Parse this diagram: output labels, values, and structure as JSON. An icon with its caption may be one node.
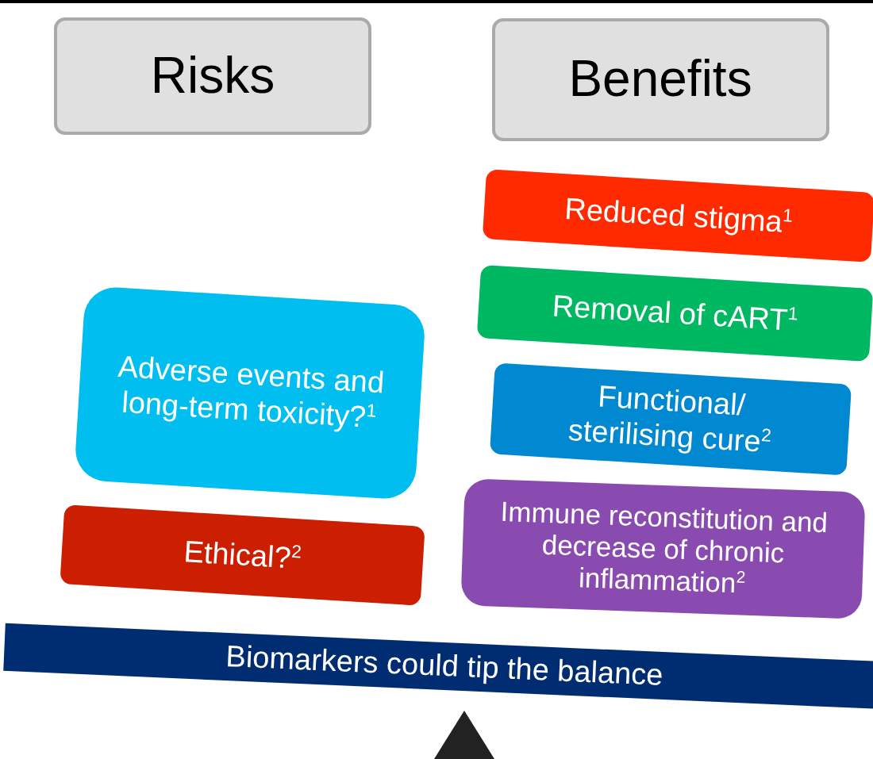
{
  "diagram": {
    "nodes": [
      {
        "text": [
          "Risks"
        ]
      },
      {
        "text": [
          "Benefits"
        ]
      },
      {
        "text": [
          "Reduced stigma$^{1}$"
        ]
      },
      {
        "text": [
          "Removal of cART$^{1}$"
        ]
      },
      {
        "text": [
          "Adverse events and long-term toxicity?$^{1}$"
        ]
      },
      {
        "text": [
          "Functional/ sterilising cure$^{2}$"
        ]
      },
      {
        "text": [
          "Immune reconstitution and decrease of chronic inflammation$^{2}$"
        ]
      },
      {
        "text": [
          "Ethical?$^{2}$"
        ]
      },
      {
        "text": [
          "Biomarkers could tip the balance"
        ]
      }
    ],
    "edges": []
  }
}
